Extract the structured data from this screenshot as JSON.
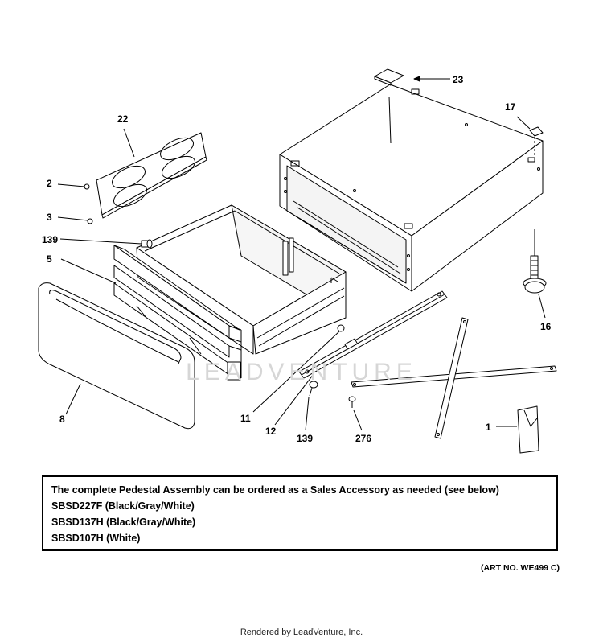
{
  "callouts": {
    "c23": "23",
    "c17": "17",
    "c22": "22",
    "c2": "2",
    "c3": "3",
    "c139a": "139",
    "c5": "5",
    "c8": "8",
    "c16": "16",
    "c11": "11",
    "c12": "12",
    "c139b": "139",
    "c276": "276",
    "c1": "1"
  },
  "watermark": "LEADVENTURE",
  "note": {
    "line1": "The complete Pedestal Assembly can be ordered as a Sales Accessory as needed (see below)",
    "line2": "SBSD227F (Black/Gray/White)",
    "line3": "SBSD137H (Black/Gray/White)",
    "line4": "SBSD107H (White)"
  },
  "art_no": "(ART NO. WE499 C)",
  "footer": "Rendered by LeadVenture, Inc."
}
